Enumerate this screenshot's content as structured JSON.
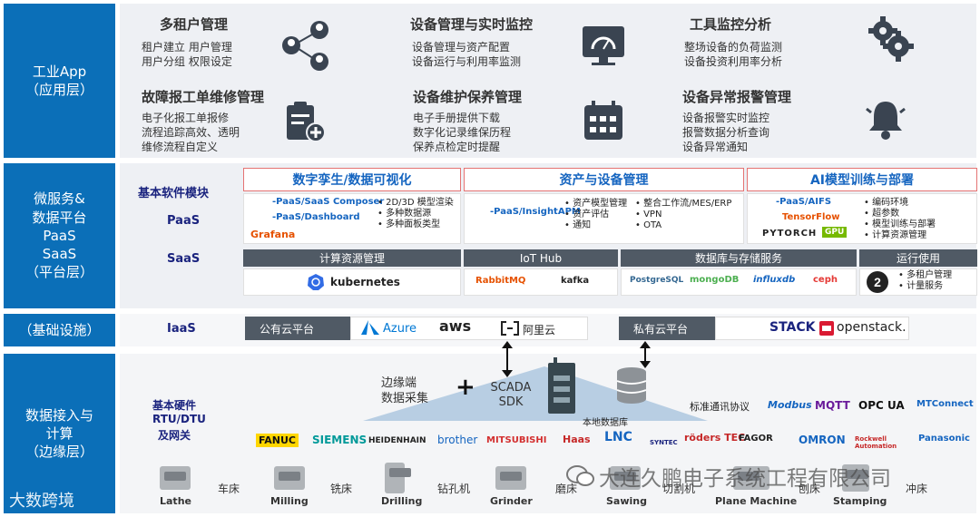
{
  "layers": {
    "app": "工业App\n（应用层）",
    "micro": "微服务&\n数据平台\nPaaS\nSaaS\n（平台层）",
    "infra": "（基础设施）",
    "edge": "数据接入与\n计算\n（边缘层）"
  },
  "apps": [
    {
      "title": "多租户管理",
      "lines": "租户建立  用户管理\n用户分组  权限设定",
      "icon": "users-network-icon"
    },
    {
      "title": "设备管理与实时监控",
      "lines": "设备管理与资产配置\n设备运行与利用率监测",
      "icon": "monitor-gauge-icon"
    },
    {
      "title": "工具监控分析",
      "lines": "整场设备的负荷监测\n设备投资利用率分析",
      "icon": "gears-icon"
    },
    {
      "title": "故障报工单维修管理",
      "lines": "电子化报工单报修\n流程追踪高效、透明\n维修流程自定义",
      "icon": "clipboard-plus-icon"
    },
    {
      "title": "设备维护保养管理",
      "lines": "电子手册提供下载\n数字化记录维保历程\n保养点检定时提醒",
      "icon": "calendar-icon"
    },
    {
      "title": "设备异常报警管理",
      "lines": "设备报警实时监控\n报警数据分析查询\n设备异常通知",
      "icon": "bell-icon"
    }
  ],
  "platform": {
    "basic_module": "基本软件模块",
    "paas": "PaaS",
    "saas": "SaaS",
    "headers": {
      "twin": "数字孪生/数据可视化",
      "asset": "资产与设备管理",
      "ai": "AI模型训练与部署"
    },
    "twin": {
      "tag1": "-PaaS/SaaS Composer",
      "tag2": "-PaaS/Dashboard",
      "logo": "Grafana",
      "bullets": "•  2D/3D 模型渲染\n•  多种数据源\n•  多种面板类型"
    },
    "asset": {
      "tag": "-PaaS/InsightAPM",
      "bullets1": "•  资产模型管理\n•  资产评估\n•  通知",
      "bullets2": "•  整合工作流/MES/ERP\n•  VPN\n•  OTA"
    },
    "ai": {
      "tag": "-PaaS/AIFS",
      "logo1": "TensorFlow",
      "logo2": "PYTORCH",
      "logo3": "GPU",
      "bullets": "•  编码环境\n•  超参数\n•  模型训练与部署\n•  计算资源管理"
    },
    "subheaders": {
      "compute": "计算资源管理",
      "iot": "IoT Hub",
      "db": "数据库与存储服务",
      "ops": "运行使用"
    },
    "compute_logo": "kubernetes",
    "iot_logos": [
      "RabbitMQ",
      "kafka"
    ],
    "db_logos": [
      "PostgreSQL",
      "mongoDB",
      "influxdb",
      "ceph"
    ],
    "ops_bullets": "•  多租户管理\n•  计量服务"
  },
  "infra": {
    "label": "IaaS",
    "public": "公有云平台",
    "public_logos": [
      "Azure",
      "aws",
      "阿里云"
    ],
    "private": "私有云平台",
    "private_logos": [
      "STACK",
      "openstack."
    ]
  },
  "edge": {
    "basic_hw": "基本硬件",
    "rtu": "RTU/DTU",
    "gateway": "及网关",
    "edge_collect": "边缘端\n数据采集",
    "plus": "+",
    "scada": "SCADA\nSDK",
    "local_db": "本地数据库",
    "protocol": "标准通讯协议",
    "protocols": [
      "Modbus",
      "MQTT",
      "OPC UA",
      "MTConnect"
    ],
    "brands": [
      "FANUC",
      "SIEMENS",
      "HEIDENHAIN",
      "brother",
      "MITSUBISHI",
      "Haas",
      "LNC",
      "SYNTEC",
      "röders TEC",
      "FAGOR",
      "OMRON",
      "Rockwell Automation",
      "Panasonic"
    ],
    "machines": [
      {
        "en": "Lathe",
        "cn": "车床"
      },
      {
        "en": "Milling",
        "cn": "铣床"
      },
      {
        "en": "Drilling",
        "cn": "钻孔机"
      },
      {
        "en": "Grinder",
        "cn": "磨床"
      },
      {
        "en": "Sawing",
        "cn": "切割机"
      },
      {
        "en": "Plane Machine",
        "cn": "刨床"
      },
      {
        "en": "Stamping",
        "cn": "冲床"
      }
    ]
  },
  "watermark": {
    "company": "大连久鹏电子系统工程有限公司",
    "source": "大数跨境"
  },
  "colors": {
    "layer_blue": "#0b6fb8",
    "header_red": "#e57373",
    "dark_bar": "#505a65",
    "panel": "#eef0f4"
  }
}
